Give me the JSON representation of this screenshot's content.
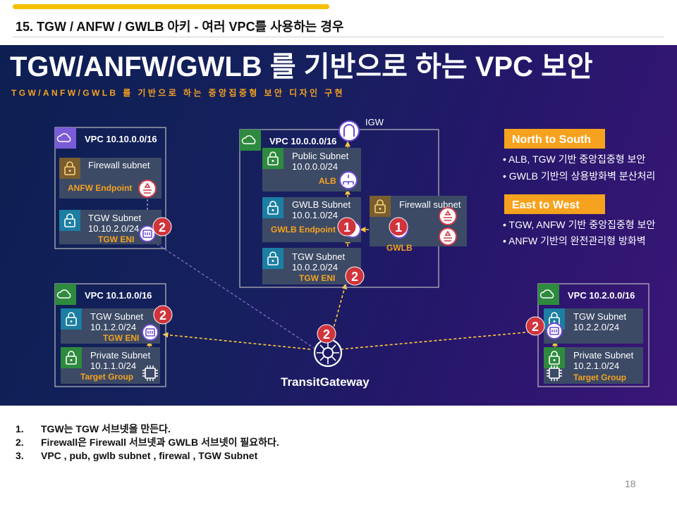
{
  "header": {
    "title": "15. TGW / ANFW / GWLB 아키 - 여러 VPC를 사용하는 경우"
  },
  "banner": {
    "heading": "TGW/ANFW/GWLB 를 기반으로 하는 VPC 보안",
    "subheading": "TGW/ANFW/GWLB 를 기반으로 하는 중앙집중형 보안 디자인 구현"
  },
  "colors": {
    "accent": "#f5c000",
    "background": "#16205e",
    "subnet": "#3c4a66",
    "arrow": "#ffc93c",
    "badge": "#d0343c"
  },
  "vpc_a": {
    "label": "VPC 10.10.0.0/16",
    "fw_subnet": "Firewall subnet",
    "fw_endpoint": "ANFW Endpoint",
    "tgw_subnet": "TGW Subnet",
    "tgw_cidr": "10.10.2.0/24",
    "tgw_eni": "TGW ENI"
  },
  "vpc_center": {
    "label": "VPC 10.0.0.0/16",
    "igw": "IGW",
    "public_subnet": "Public Subnet",
    "public_cidr": "10.0.0.0/24",
    "alb": "ALB",
    "gwlb_subnet": "GWLB Subnet",
    "gwlb_cidr": "10.0.1.0/24",
    "gwlb_endpoint": "GWLB Endpoint",
    "fw_subnet": "Firewall subnet",
    "gwlb": "GWLB",
    "tgw_subnet": "TGW Subnet",
    "tgw_cidr": "10.0.2.0/24",
    "tgw_eni": "TGW ENI"
  },
  "vpc_b": {
    "label": "VPC 10.1.0.0/16",
    "tgw_subnet": "TGW Subnet",
    "tgw_cidr": "10.1.2.0/24",
    "tgw_eni": "TGW ENI",
    "private_subnet": "Private Subnet",
    "private_cidr": "10.1.1.0/24",
    "target_group": "Target Group"
  },
  "vpc_c": {
    "label": "VPC 10.2.0.0/16",
    "tgw_subnet": "TGW Subnet",
    "tgw_cidr": "10.2.2.0/24",
    "private_subnet": "Private Subnet",
    "private_cidr": "10.2.1.0/24",
    "target_group": "Target Group"
  },
  "transit_gateway": "TransitGateway",
  "badges": {
    "one": "1",
    "two": "2"
  },
  "north_south": {
    "title": "North to South",
    "items": [
      "ALB, TGW 기반 중앙집중형 보안",
      "GWLB 기반의 상용방화벽 분산처리"
    ]
  },
  "east_west": {
    "title": "East to West",
    "items": [
      "TGW, ANFW 기반 중앙집중형 보안",
      "ANFW 기반의 완전관리형 방화벽"
    ]
  },
  "notes": [
    {
      "num": "1.",
      "text": "TGW는 TGW 서브넷을 만든다."
    },
    {
      "num": "2.",
      "text": "Firewall은 Firewall 서브넷과 GWLB 서브넷이 필요하다."
    },
    {
      "num": "3.",
      "text": "VPC , pub, gwlb  subnet , firewal , TGW Subnet"
    }
  ],
  "page_number": "18"
}
